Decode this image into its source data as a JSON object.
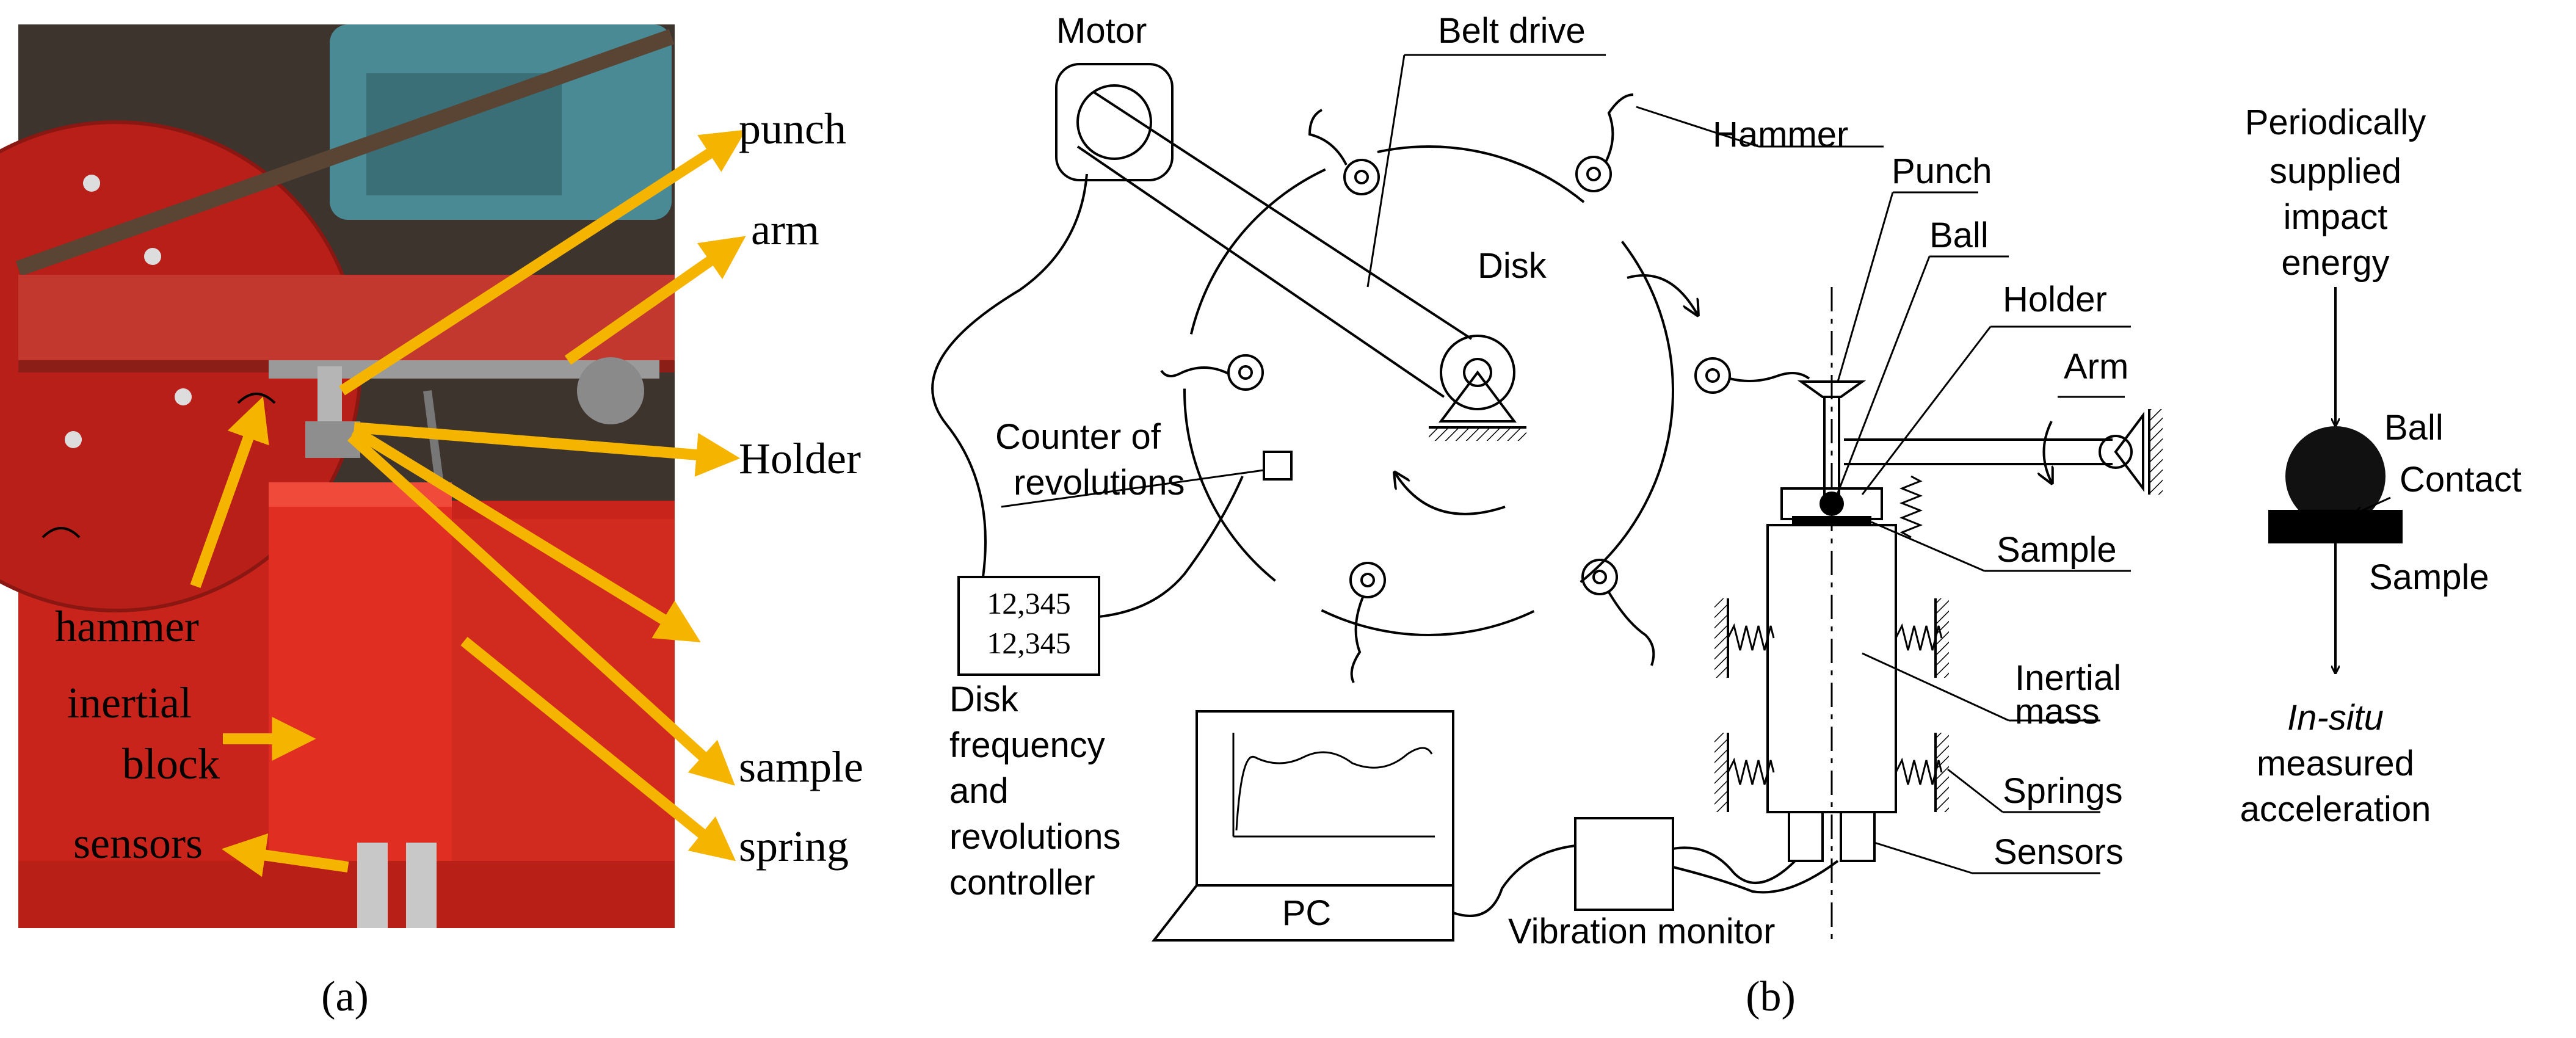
{
  "panel_a": {
    "caption": "(a)",
    "labels": {
      "punch": "punch",
      "arm": "arm",
      "holder": "Holder",
      "hammer": "hammer",
      "inertial_line1": "inertial",
      "inertial_line2": "block",
      "sample": "sample",
      "spring": "spring",
      "sensors": "sensors"
    },
    "colors": {
      "arrow": "#f5b400",
      "machine": "#d6281c"
    }
  },
  "panel_b": {
    "caption": "(b)",
    "labels": {
      "motor": "Motor",
      "belt_drive": "Belt drive",
      "hammer": "Hammer",
      "disk": "Disk",
      "punch": "Punch",
      "ball": "Ball",
      "holder": "Holder",
      "arm": "Arm",
      "counter_line1": "Counter of",
      "counter_line2": "revolutions",
      "counter_value_1": "12,345",
      "counter_value_2": "12,345",
      "sample": "Sample",
      "inertial_line1": "Inertial",
      "inertial_line2": "mass",
      "springs": "Springs",
      "sensors": "Sensors",
      "controller_line1": "Disk",
      "controller_line2": "frequency",
      "controller_line3": "and",
      "controller_line4": "revolutions",
      "controller_line5": "controller",
      "pc": "PC",
      "vibration_monitor": "Vibration monitor"
    }
  },
  "panel_c": {
    "labels": {
      "energy_line1": "Periodically",
      "energy_line2": "supplied",
      "energy_line3": "impact",
      "energy_line4": "energy",
      "ball": "Ball",
      "contact": "Contact",
      "sample": "Sample",
      "measured_line1": "In-situ",
      "measured_line2": "measured",
      "measured_line3": "acceleration"
    }
  }
}
